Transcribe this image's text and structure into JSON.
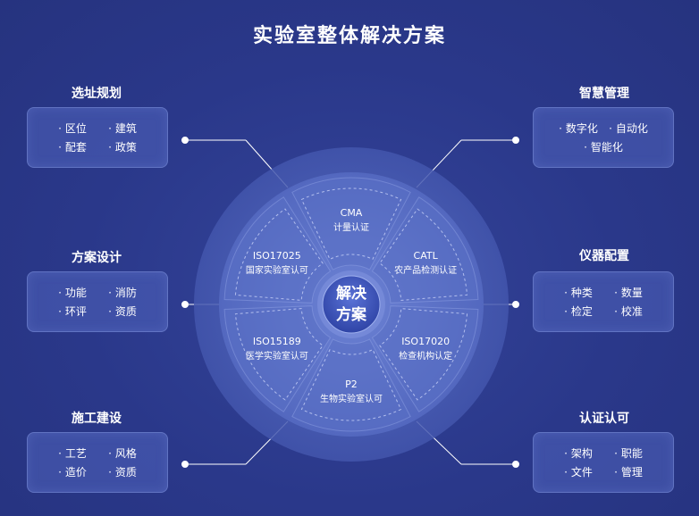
{
  "title": "实验室整体解决方案",
  "center_label": [
    "解决",
    "方案"
  ],
  "left": [
    {
      "title": "选址规划",
      "items": [
        "区位",
        "建筑",
        "配套",
        "政策"
      ]
    },
    {
      "title": "方案设计",
      "items": [
        "功能",
        "消防",
        "环评",
        "资质"
      ]
    },
    {
      "title": "施工建设",
      "items": [
        "工艺",
        "风格",
        "造价",
        "资质"
      ]
    }
  ],
  "right": [
    {
      "title": "智慧管理",
      "items": [
        "数字化",
        "自动化",
        "智能化"
      ]
    },
    {
      "title": "仪器配置",
      "items": [
        "种类",
        "数量",
        "检定",
        "校准"
      ]
    },
    {
      "title": "认证认可",
      "items": [
        "架构",
        "职能",
        "文件",
        "管理"
      ]
    }
  ],
  "segments": [
    {
      "code": "CMA",
      "name": "计量认证"
    },
    {
      "code": "CATL",
      "name": "农产品检测认证"
    },
    {
      "code": "ISO17020",
      "name": "检查机构认定"
    },
    {
      "code": "P2",
      "name": "生物实验室认可"
    },
    {
      "code": "ISO15189",
      "name": "医学实验室认可"
    },
    {
      "code": "ISO17025",
      "name": "国家实验室认可"
    }
  ],
  "colors": {
    "background": "#2b3a8c",
    "card": "#4f63be",
    "wheel_outer": "#4a5fb8",
    "wheel_inner": "#5a70c6"
  }
}
